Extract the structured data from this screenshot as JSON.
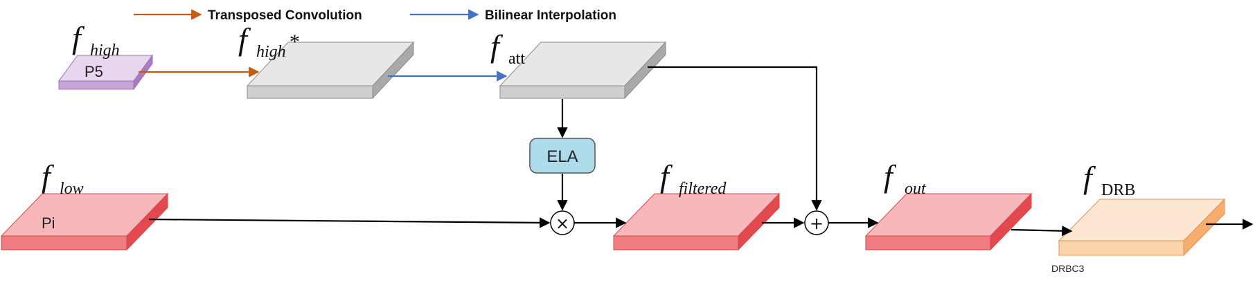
{
  "legend": {
    "transposed": {
      "label": "Transposed Convolution",
      "color": "#c55a11"
    },
    "bilinear": {
      "label": "Bilinear Interpolation",
      "color": "#4472c4"
    }
  },
  "symbols": {
    "f_high": {
      "base": "f",
      "sub": "high"
    },
    "f_high_star": {
      "base": "f",
      "sub": "high",
      "sup": "*"
    },
    "f_att": {
      "base": "f",
      "sub": "att"
    },
    "f_low": {
      "base": "f",
      "sub": "low"
    },
    "f_filtered": {
      "base": "f",
      "sub": "filtered"
    },
    "f_out": {
      "base": "f",
      "sub": "out"
    },
    "f_drb": {
      "base": "f",
      "sub": "DRB"
    }
  },
  "blocks": {
    "p5": {
      "label": "P5",
      "colors": {
        "top": "#e8d5ee",
        "front": "#c9a6d8",
        "side": "#a97cc1"
      }
    },
    "f_high_star": {
      "colors": {
        "top": "#e7e7e7",
        "front": "#cfcfcf",
        "side": "#a9a9a9"
      }
    },
    "f_att": {
      "colors": {
        "top": "#e7e7e7",
        "front": "#cfcfcf",
        "side": "#a9a9a9"
      }
    },
    "pi": {
      "label": "Pi",
      "colors": {
        "top": "#f8b8bb",
        "front": "#ef7c80",
        "side": "#e2494e"
      }
    },
    "f_filtered": {
      "colors": {
        "top": "#f8b8bb",
        "front": "#ef7c80",
        "side": "#e2494e"
      }
    },
    "f_out": {
      "colors": {
        "top": "#f8b8bb",
        "front": "#ef7c80",
        "side": "#e2494e"
      }
    },
    "drb": {
      "label": "DRBC3",
      "colors": {
        "top": "#fde7d2",
        "front": "#fbd3ad",
        "side": "#f6ad6e"
      }
    }
  },
  "ela": {
    "label": "ELA",
    "fill": "#aedbe9",
    "stroke": "#555555"
  },
  "operators": {
    "multiply": "×",
    "add": "+"
  },
  "colors": {
    "arrow": "#000000"
  }
}
